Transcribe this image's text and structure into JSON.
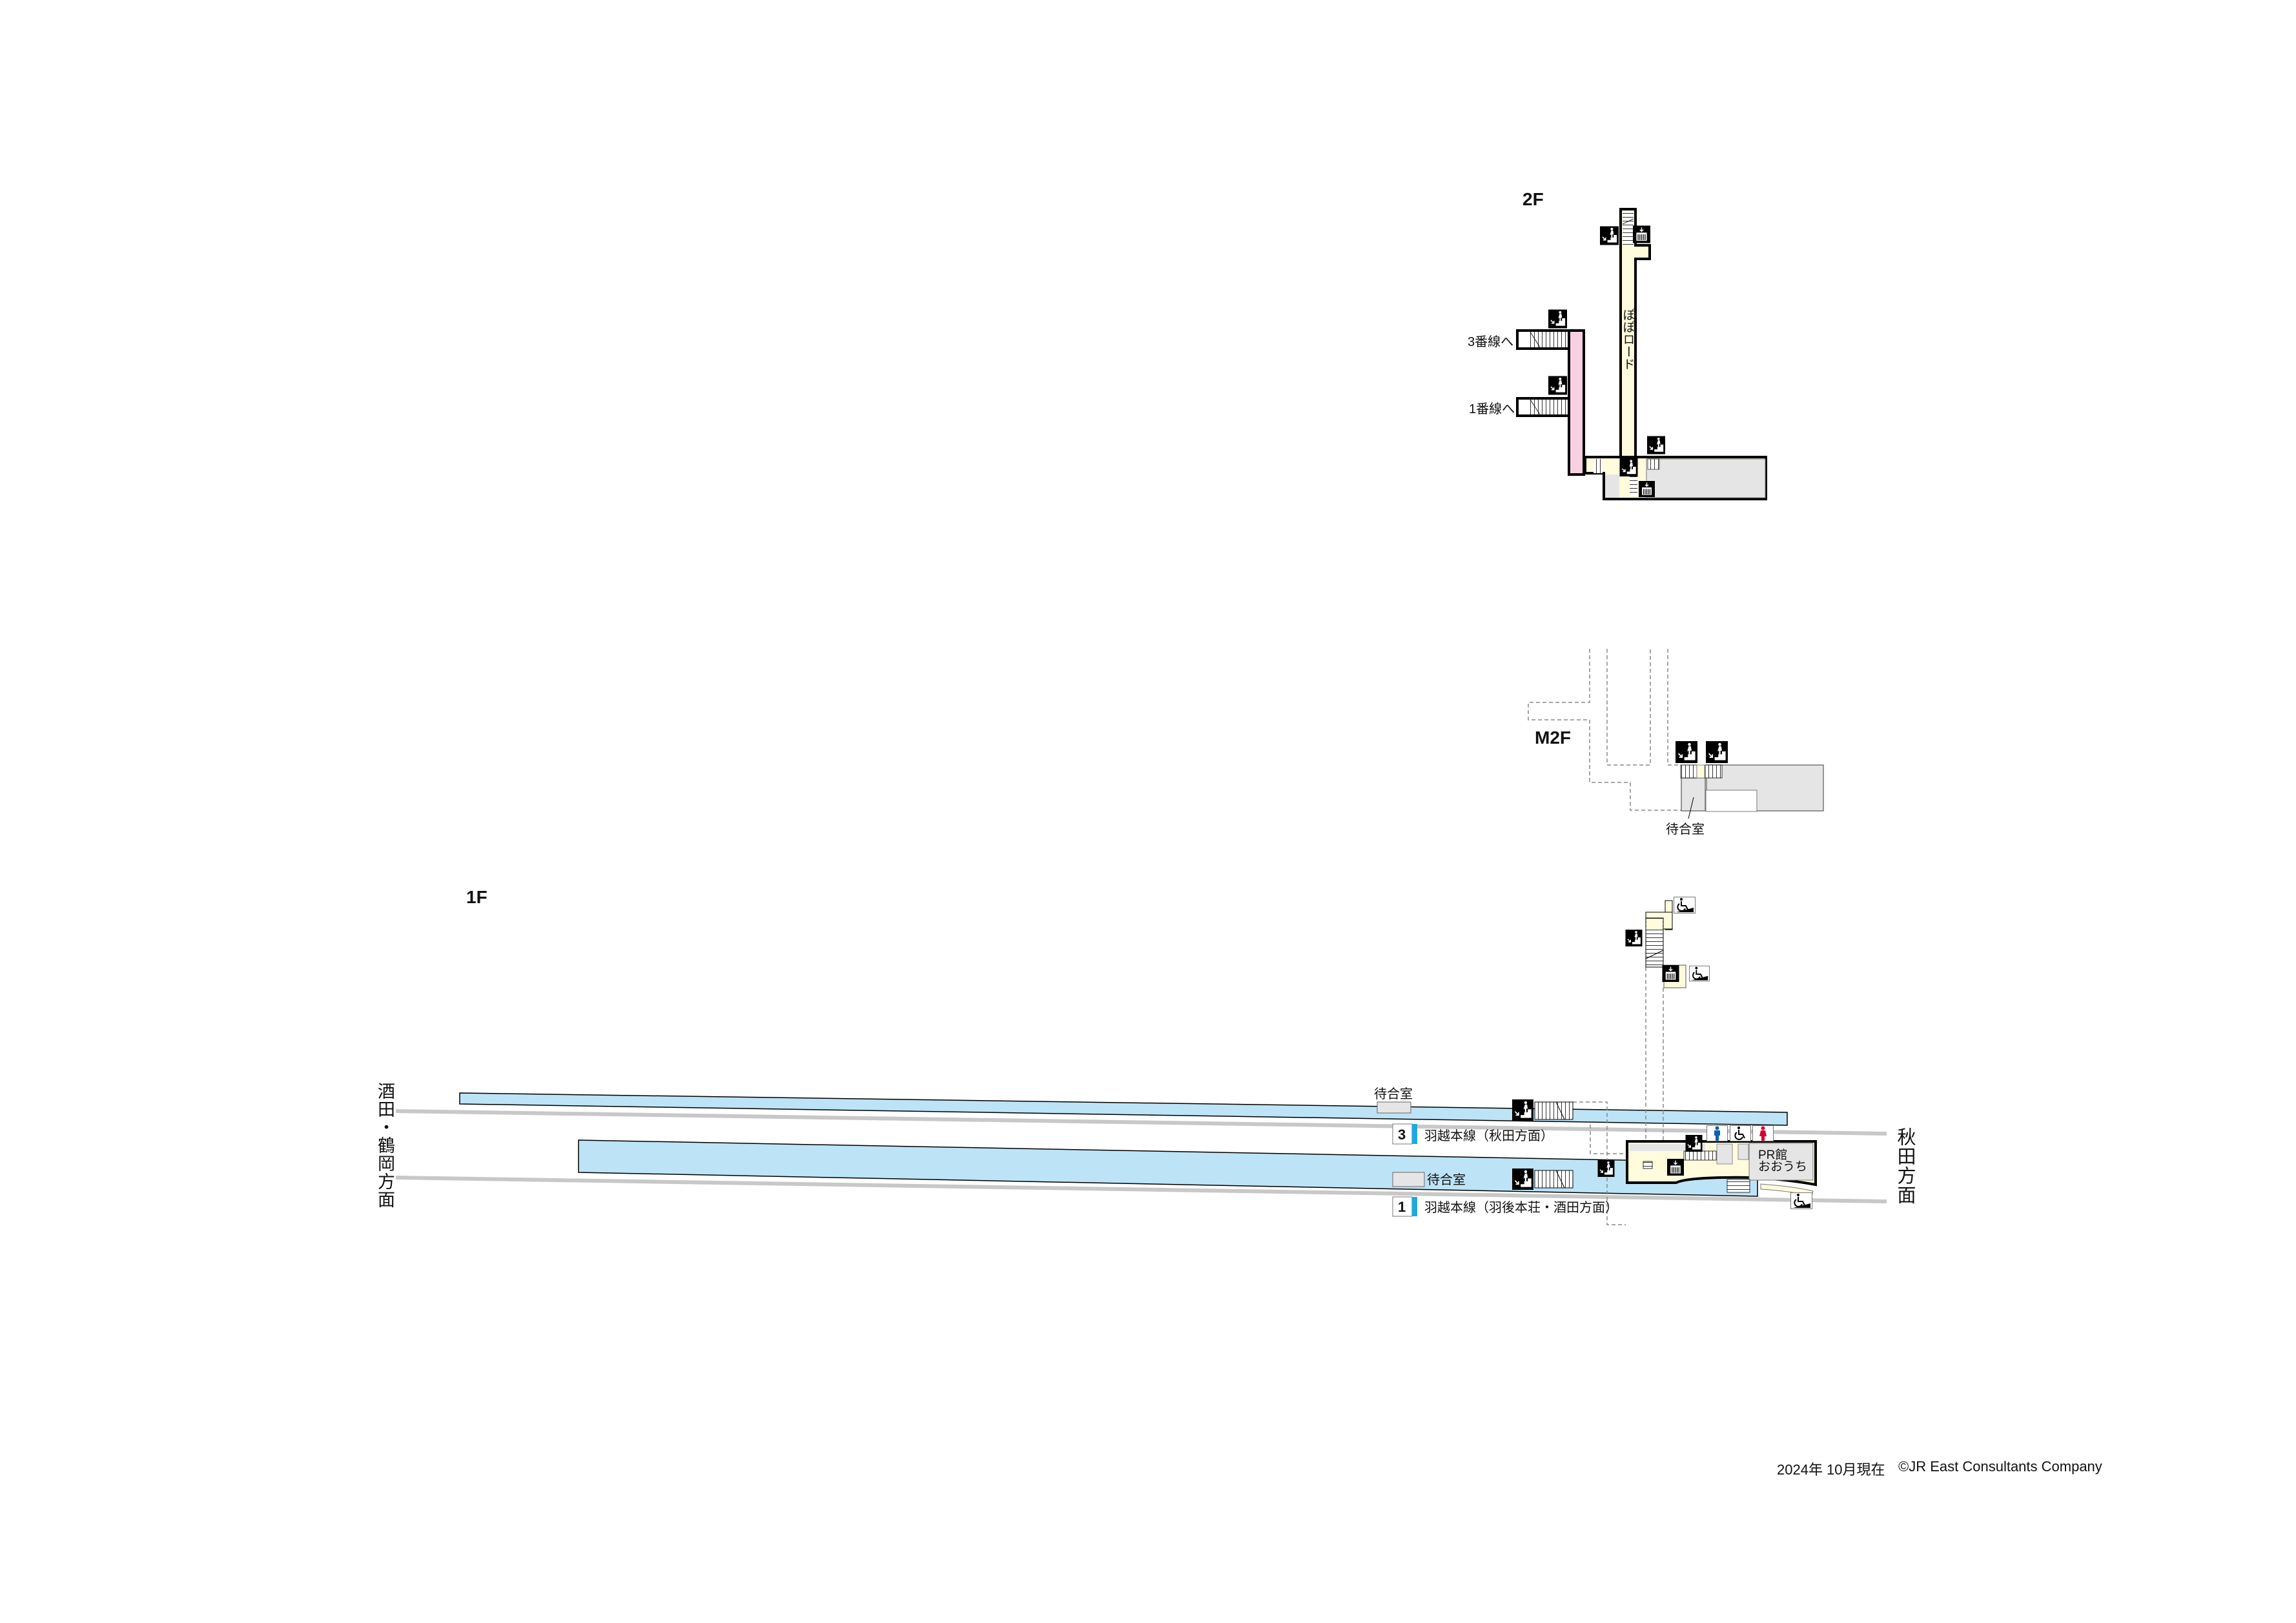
{
  "floors": {
    "f2": {
      "label": "2F",
      "corridor_name": "ぽぽロード",
      "to_track3": "3番線へ",
      "to_track1": "1番線へ"
    },
    "m2f": {
      "label": "M2F",
      "waiting_room": "待合室"
    },
    "f1": {
      "label": "1F",
      "waiting_room_upper": "待合室",
      "waiting_room_lower": "待合室",
      "pr_hall_line1": "PR館",
      "pr_hall_line2": "おおうち",
      "tracks": [
        {
          "number": "3",
          "line": "羽越本線（秋田方面）"
        },
        {
          "number": "1",
          "line": "羽越本線（羽後本荘・酒田方面）"
        }
      ]
    }
  },
  "directions": {
    "left": "酒田・鶴岡方面",
    "right": "秋田方面"
  },
  "footer": {
    "date": "2024年 10月現在",
    "copyright": "©JR East Consultants Company"
  },
  "colors": {
    "platform": "#bde3f6",
    "track": "#c8c8c8",
    "concourse": "#fffbdc",
    "passage_pink": "#f7d0e2",
    "room_gray": "#e5e5e5",
    "track_stripe": "#1ea8e0",
    "toilet_men": "#1060b0",
    "toilet_women": "#d6002a"
  },
  "icons": [
    "stairs-icon",
    "elevator-icon",
    "wheelchair-icon",
    "toilet-men-icon",
    "toilet-women-icon",
    "accessible-toilet-icon"
  ]
}
